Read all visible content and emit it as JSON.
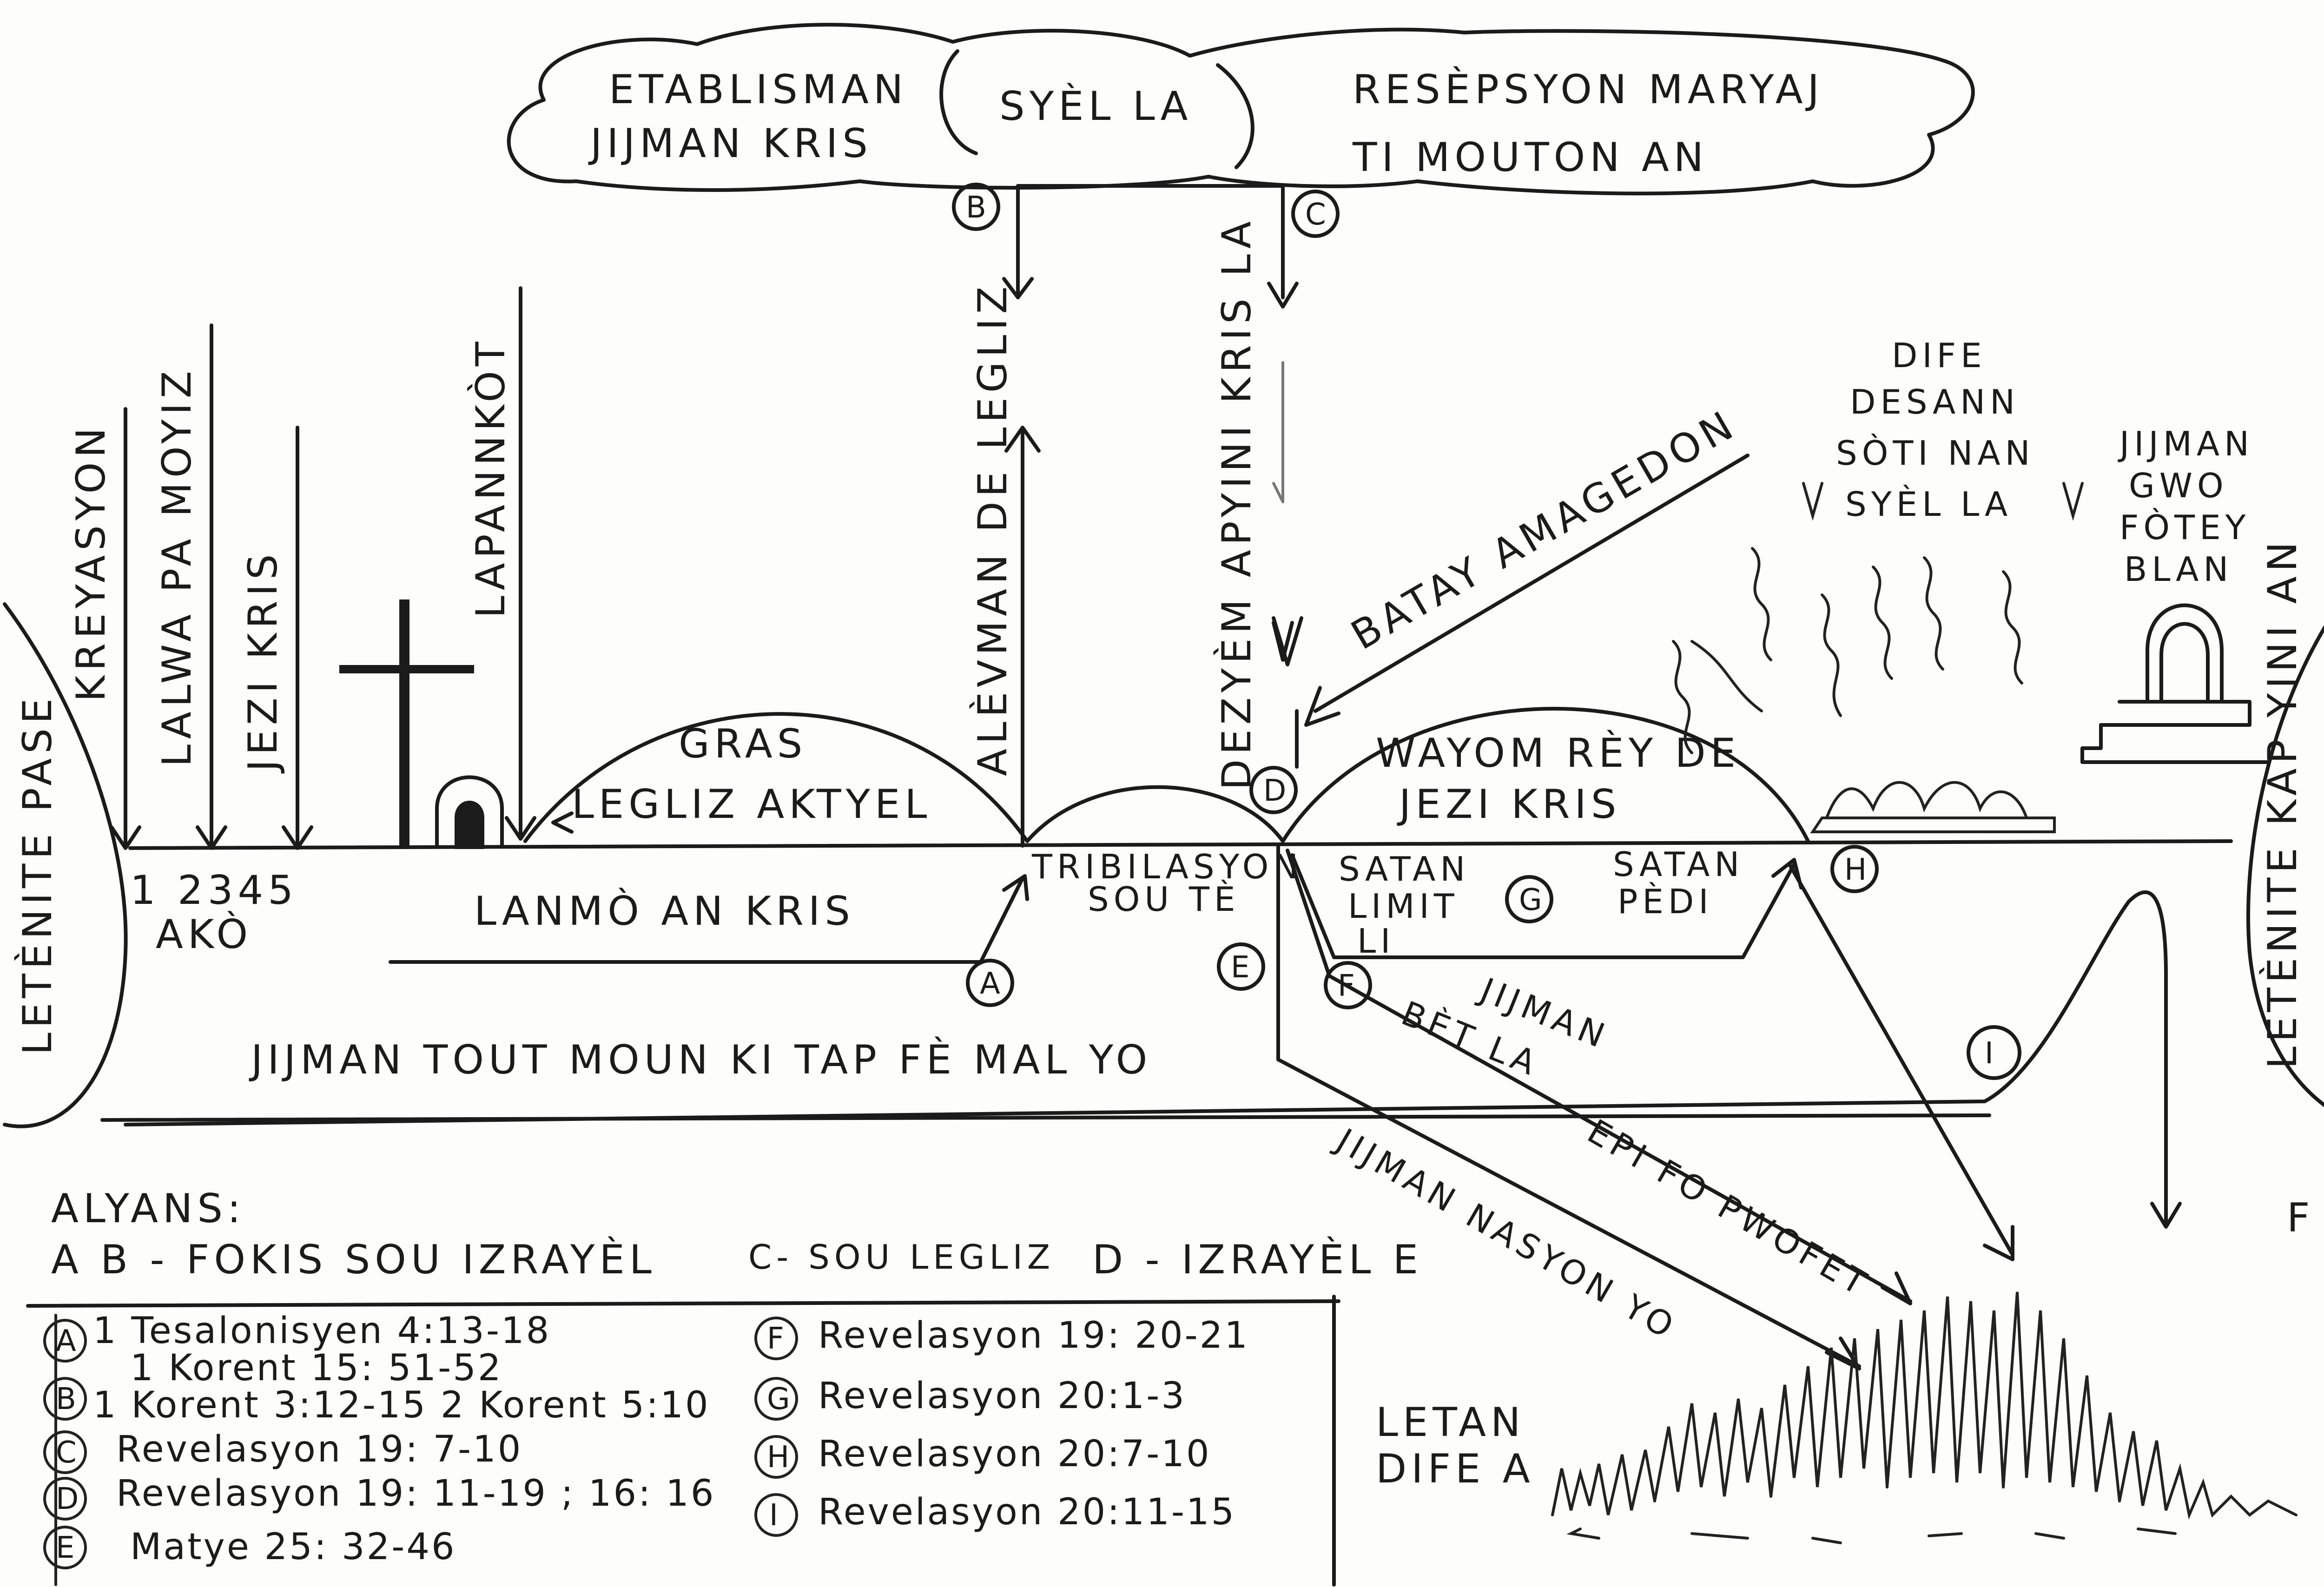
{
  "heaven": {
    "label": "SYÈL LA",
    "left_line1": "ETABLISMAN",
    "left_line2": "JIJMAN KRIS",
    "right_line1": "RESÈPSYON MARYAJ",
    "right_line2": "TI MOUTON AN"
  },
  "eternity": {
    "past": "LETÈNITE PASE",
    "future": "LETÈNITE KAP YINI AN"
  },
  "vertical_labels": {
    "kreyasyon": "KREYASYON",
    "lalwa": "LALWA PA MOYIZ",
    "jezi": "JEZI KRIS",
    "lapannkot": "LAPANNKÒT",
    "alevman": "ALÈVMAN DE LEGLIZ",
    "dezyem": "DEZYÈM APYINI KRIS LA"
  },
  "timeline": {
    "markers": "1  2345",
    "ako": "AKÒ",
    "gras": "GRAS",
    "legliz": "LEGLIZ AKTYEL",
    "lanmo": "LANMÒ AN KRIS",
    "tribilasyon1": "TRIBILASYON",
    "tribilasyon2": "SOU TÈ",
    "wayom1": "WAYOM RÈY DE",
    "wayom2": "JEZI KRIS",
    "satan_limit1": "SATAN",
    "satan_limit2": "LIMIT",
    "satan_limit3": "LI",
    "satan_pedi1": "SATAN",
    "satan_pedi2": "PÈDI",
    "batay": "BATAY AMAGEDON",
    "dife1": "DIFE",
    "dife2": "DESANN",
    "dife3": "SÒTI NAN",
    "dife4": "SYÈL LA",
    "jijman_gwo1": "JIJMAN",
    "jijman_gwo2": "GWO",
    "jijman_gwo3": "FÒTEY",
    "jijman_gwo4": "BLAN",
    "jijman_tout": "JIJMAN TOUT MOUN KI TAP FÈ MAL YO",
    "jijman_bet1": "JIJMAN",
    "jijman_bet2": "BÈT LA",
    "epi_fo": "EPI FO PWOFET",
    "jijman_nasyon": "JIJMAN NASYON YO",
    "letan1": "LETAN",
    "letan2": "DIFE A",
    "f_side": "F"
  },
  "circles": {
    "a": "A",
    "b": "B",
    "c": "C",
    "d": "D",
    "e": "E",
    "f": "F",
    "g": "G",
    "h": "H",
    "i": "I"
  },
  "alliances": {
    "title": "ALYANS:",
    "ab": "A  B - FOKIS SOU IZRAYÈL",
    "c": "C- SOU LEGLIZ",
    "de": "D - IZRAYÈL  E"
  },
  "references": {
    "a": "1 Tesalonisyen 4:13-18",
    "b1": "1 Korent 15: 51-52",
    "b2": "1 Korent 3:12-15  2 Korent 5:10",
    "c": "Revelasyon 19: 7-10",
    "d": "Revelasyon 19: 11-19 ; 16: 16",
    "e": "Matye 25: 32-46",
    "f": "Revelasyon 19: 20-21",
    "g": "Revelasyon 20:1-3",
    "h": "Revelasyon 20:7-10",
    "i": "Revelasyon 20:11-15"
  },
  "legend_letters": {
    "a": "A",
    "b": "B",
    "c": "C",
    "d": "D",
    "e": "E",
    "f": "F",
    "g": "G",
    "h": "H",
    "i": "I"
  }
}
